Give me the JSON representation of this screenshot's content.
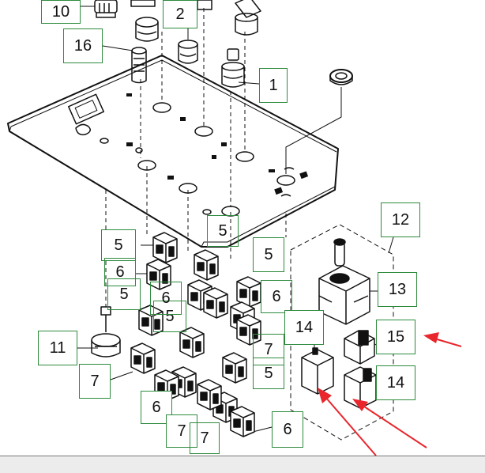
{
  "colors": {
    "callout_border": "#2e8b3d",
    "line": "#111111",
    "arrow": "#e8262c",
    "bottom_strip": "#ececec"
  },
  "callouts": [
    {
      "id": "c10",
      "label": "10"
    },
    {
      "id": "c2",
      "label": "2"
    },
    {
      "id": "c16",
      "label": "16"
    },
    {
      "id": "c1",
      "label": "1"
    },
    {
      "id": "c12",
      "label": "12"
    },
    {
      "id": "c13",
      "label": "13"
    },
    {
      "id": "c5a",
      "label": "5"
    },
    {
      "id": "c5b",
      "label": "5"
    },
    {
      "id": "c5c",
      "label": "5"
    },
    {
      "id": "c5d",
      "label": "5"
    },
    {
      "id": "c5e",
      "label": "5"
    },
    {
      "id": "c5f",
      "label": "5"
    },
    {
      "id": "c6a",
      "label": "6"
    },
    {
      "id": "c6b",
      "label": "6"
    },
    {
      "id": "c6c",
      "label": "6"
    },
    {
      "id": "c6d",
      "label": "6"
    },
    {
      "id": "c6e",
      "label": "6"
    },
    {
      "id": "c7a",
      "label": "7"
    },
    {
      "id": "c7b",
      "label": "7"
    },
    {
      "id": "c7c",
      "label": "7"
    },
    {
      "id": "c7d",
      "label": "7"
    },
    {
      "id": "c11",
      "label": "11"
    },
    {
      "id": "c14a",
      "label": "14"
    },
    {
      "id": "c14b",
      "label": "14"
    },
    {
      "id": "c15",
      "label": "15"
    }
  ],
  "red_arrows": [
    {
      "target": "part-14-upper"
    },
    {
      "target": "part-14-lower"
    },
    {
      "target": "part-15"
    }
  ]
}
